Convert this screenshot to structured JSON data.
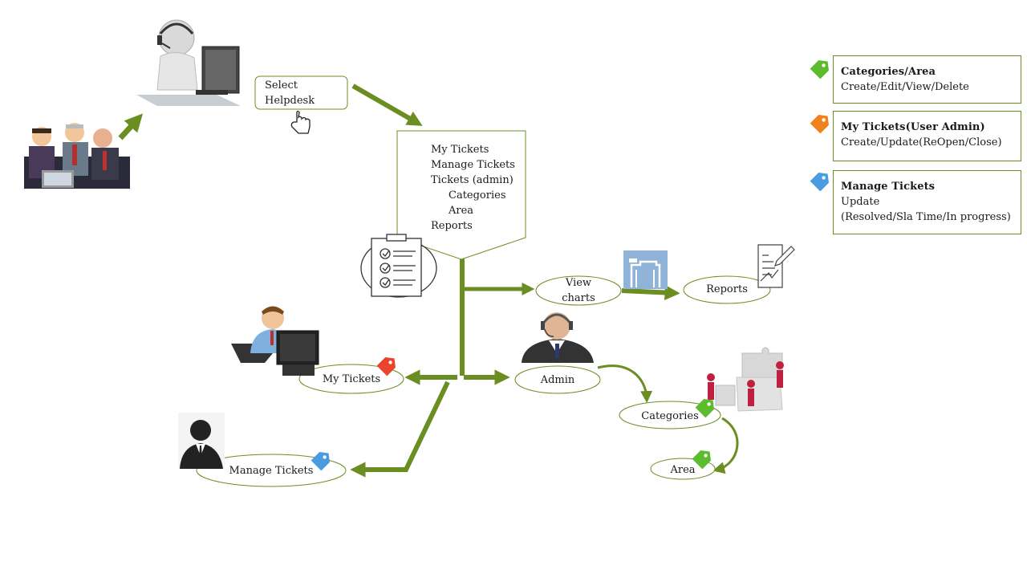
{
  "colors": {
    "arrow": "#6b8e23",
    "box_border": "#6b8e23",
    "tag_green": "#5dbb2e",
    "tag_orange": "#f0821e",
    "tag_blue": "#4a9be0",
    "tag_red": "#e8452c"
  },
  "select_box": {
    "line1": "Select",
    "line2": "Helpdesk"
  },
  "menu_box": {
    "items": [
      "My Tickets",
      "Manage Tickets",
      "Tickets (admin)",
      "Categories",
      "Area",
      "Reports"
    ]
  },
  "nodes": {
    "view_charts_line1": "View",
    "view_charts_line2": "charts",
    "reports": "Reports",
    "my_tickets": "My Tickets",
    "admin": "Admin",
    "categories": "Categories",
    "area": "Area",
    "manage_tickets": "Manage Tickets"
  },
  "legend": [
    {
      "title": "Categories/Area",
      "lines": [
        "Create/Edit/View/Delete"
      ],
      "tag": "green"
    },
    {
      "title": "My Tickets(User Admin)",
      "lines": [
        "Create/Update(ReOpen/Close)"
      ],
      "tag": "orange"
    },
    {
      "title": "Manage Tickets",
      "lines": [
        "Update",
        "(Resolved/Sla Time/In progress)"
      ],
      "tag": "blue"
    }
  ],
  "icons": [
    "team-of-users-icon",
    "helpdesk-operator-icon",
    "hand-cursor-icon",
    "checklist-icon",
    "chart-presentation-icon",
    "report-document-icon",
    "user-at-computer-icon",
    "admin-headset-icon",
    "manager-icon",
    "puzzle-team-icon",
    "price-tag-icon"
  ]
}
